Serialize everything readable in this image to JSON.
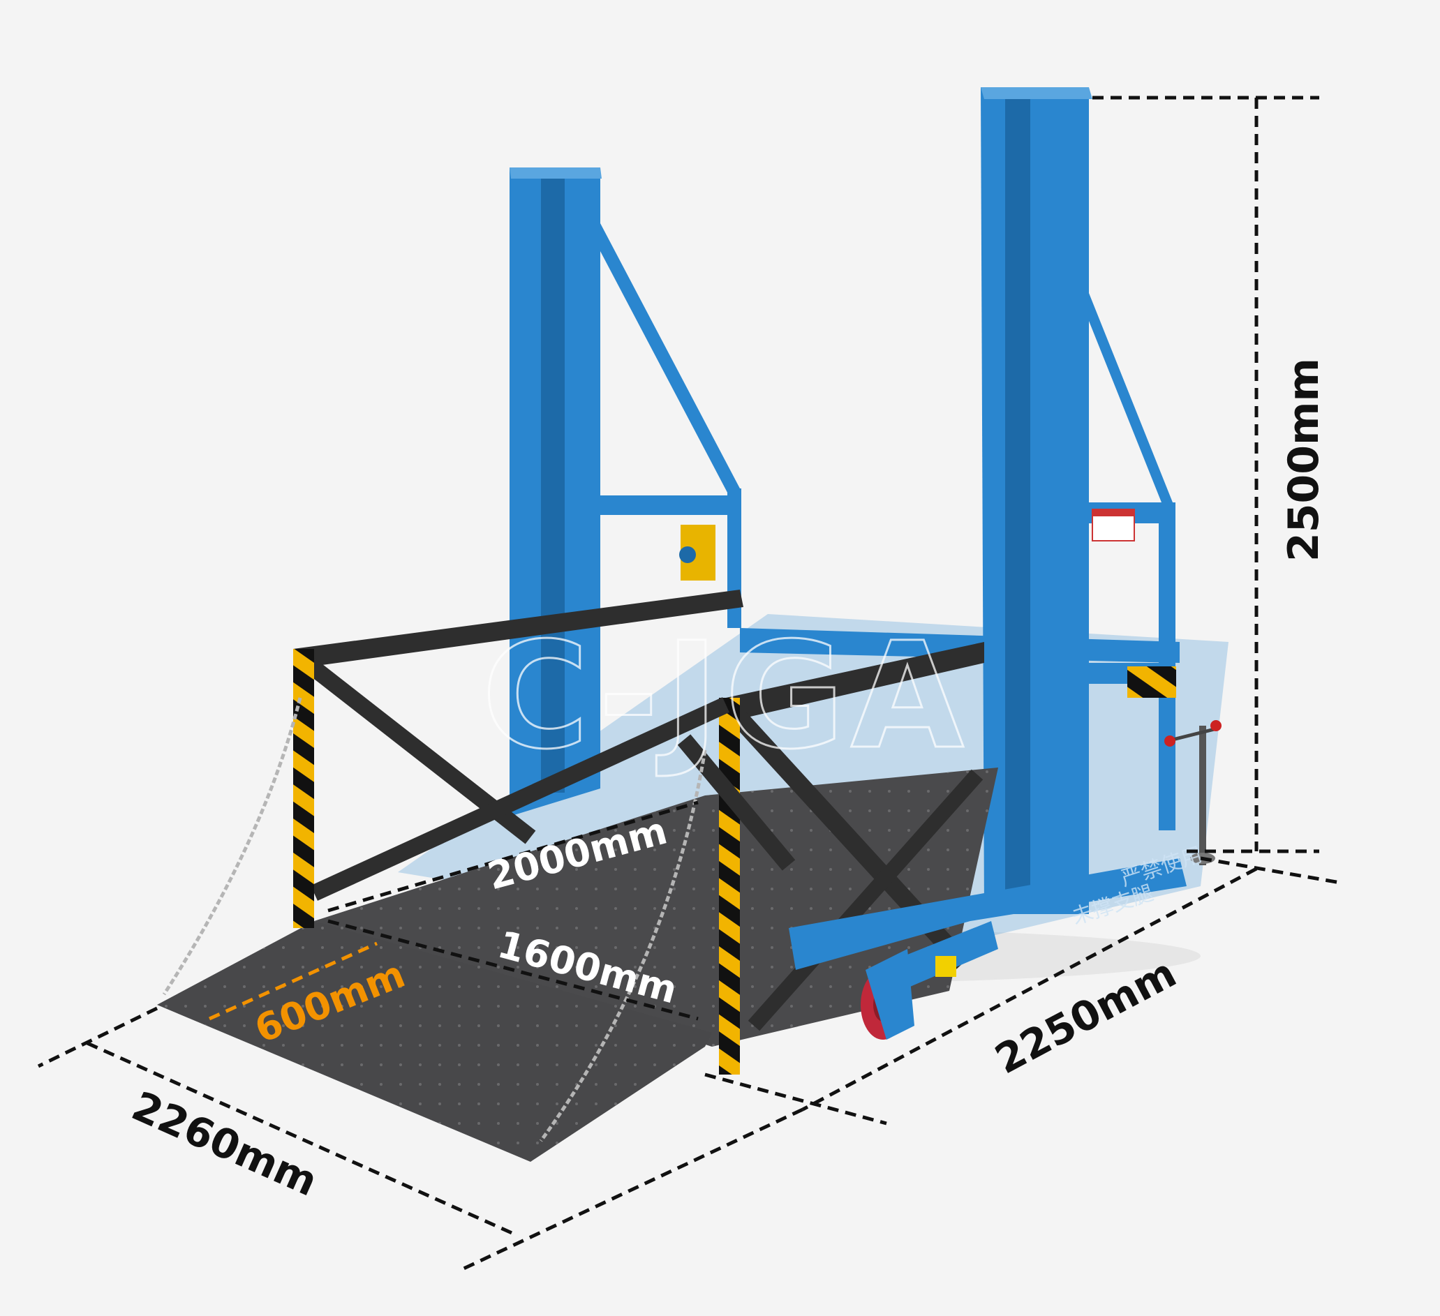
{
  "watermark": "C-JGA",
  "colors": {
    "background": "#f4f4f4",
    "frame_blue": "#2a86cf",
    "frame_blue_dark": "#1d6aa8",
    "steel_dark": "#2e2e2e",
    "deck": "#4a4a4c",
    "highlight_orange": "#f39200",
    "dimension_black": "#111111"
  },
  "dimensions": {
    "height": "2500mm",
    "depth": "2250mm",
    "width": "2260mm",
    "platform_length": "2000mm",
    "platform_width": "1600mm",
    "lip_length": "600mm"
  },
  "labels": {
    "sign_lines": [
      "未撑支腿",
      "严禁使用"
    ]
  },
  "icons": {
    "hazard_stripe": "hazard-stripe",
    "warning_sign": "warning-sign",
    "jack_handle": "screw-jack",
    "wheel": "caster-wheel"
  }
}
